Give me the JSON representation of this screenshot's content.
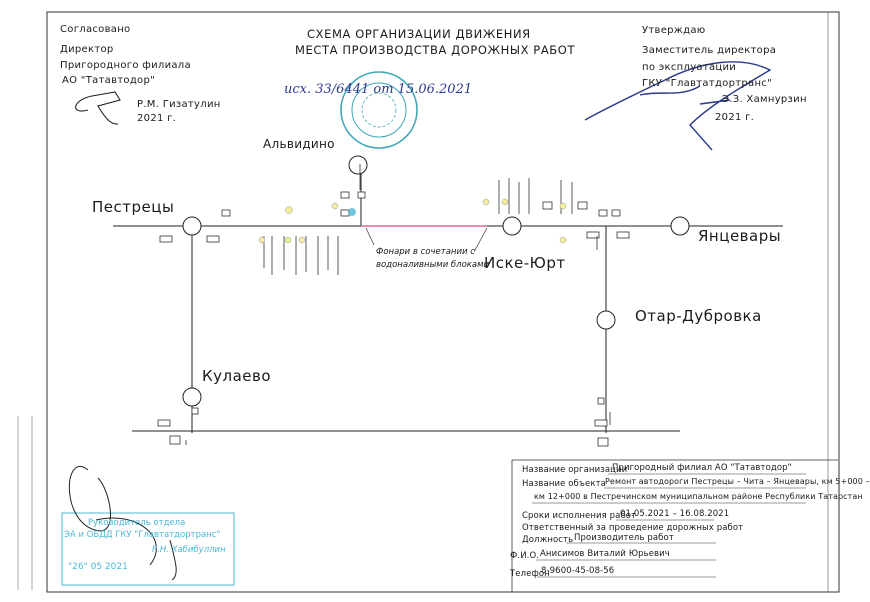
{
  "approval_left": {
    "agreed": "Согласовано",
    "position": "Директор",
    "org_line1": "Пригородного филиала",
    "org_line2": "АО \"Татавтодор\"",
    "signer": "Р.М. Гизатулин",
    "year": "2021 г."
  },
  "title": {
    "line1": "СХЕМА ОРГАНИЗАЦИИ ДВИЖЕНИЯ",
    "line2": "МЕСТА ПРОИЗВОДСТВА ДОРОЖНЫХ РАБОТ"
  },
  "handwritten_ref": "исх. 33/6441 от 15.06.2021",
  "approval_right": {
    "approved": "Утверждаю",
    "position_line1": "Заместитель директора",
    "position_line2": "по эксплуатации",
    "org": "ГКУ \"Главтатдортранс\"",
    "signer": "Э.З. Хамнурзин",
    "year": "2021 г."
  },
  "places": {
    "alvidino": "Альвидино",
    "pestrecy": "Пестрецы",
    "yantsevary": "Янцевары",
    "iske_yurt": "Иске-Юрт",
    "otar_dubrovka": "Отар-Дубровка",
    "kulaevo": "Кулаево"
  },
  "annotation": {
    "line1": "Фонари в сочетании с",
    "line2": "водоналивными блоками"
  },
  "info_block": {
    "org_label": "Название организации",
    "org_value": "Пригородный филиал АО \"Татавтодор\"",
    "object_label": "Название объекта",
    "object_value_line1": "Ремонт автодороги Пестрецы – Чита – Янцевары, км 5+000 –",
    "object_value_line2": "км 12+000 в Пестречинском муниципальном районе Республики Татарстан",
    "dates_label": "Сроки исполнения работ",
    "dates_value": "01.05.2021 – 16.08.2021",
    "responsible_label": "Ответственный за проведение дорожных работ",
    "position_label": "Должность",
    "position_value": "Производитель работ",
    "name_label": "Ф.И.О.",
    "name_value": "Анисимов Виталий Юрьевич",
    "phone_label": "Телефон",
    "phone_value": "8-9600-45-08-56"
  },
  "stamp_bottom_left": {
    "line1": "Руководитель отдела",
    "line2": "ЭА и ОБДД ГКУ \"Главтатдортранс\"",
    "line3": "Р.Н. Хабибуллин",
    "date": "\"26\" 05 2021"
  },
  "colors": {
    "ink": "#1b1b1b",
    "pen_blue": "#2c3a8c",
    "stamp_teal": "#3fa7b7",
    "stamp_cyan": "#4db8d6",
    "work_zone_pink": "#e48fb5",
    "sign_yellow": "#f3ec9a"
  }
}
